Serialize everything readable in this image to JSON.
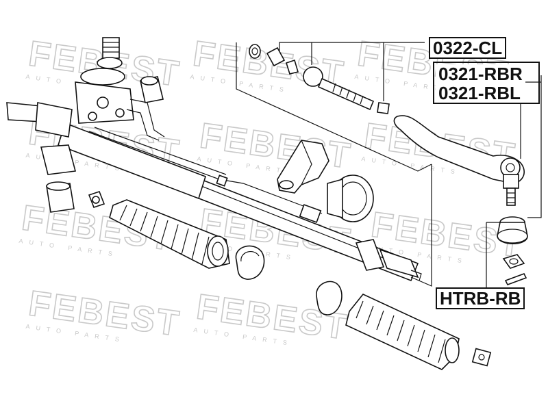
{
  "watermark": {
    "brand": "FEBEST",
    "sub": "AUTO PARTS"
  },
  "part_labels": {
    "label_1": "0322-CL",
    "label_2": "0321-RBR",
    "label_3": "0321-RBL",
    "label_4": "HTRB-RB"
  }
}
